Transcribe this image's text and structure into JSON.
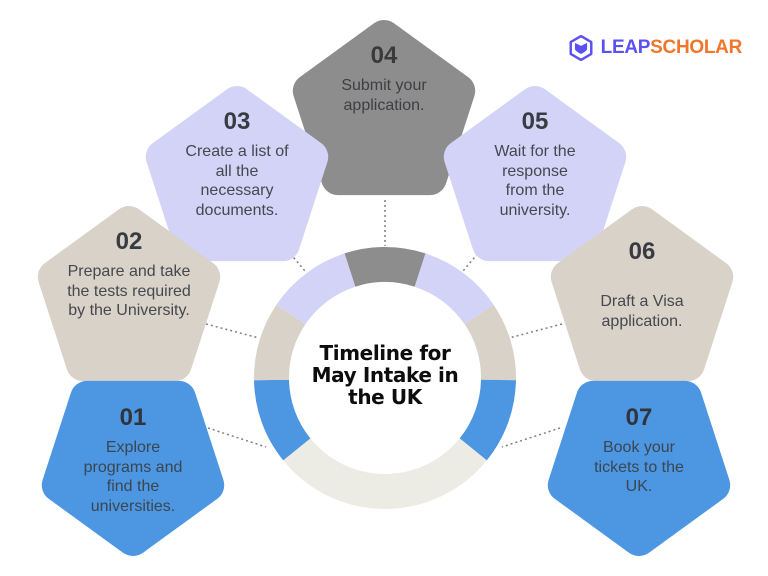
{
  "logo": {
    "brand_leap": "LEAP",
    "brand_scholar": "SCHOLAR",
    "leap_color": "#5B50F0",
    "scholar_color": "#F1752B",
    "icon_color": "#5B50F0"
  },
  "center": {
    "title_lines": [
      "Timeline for",
      "May Intake in",
      "the UK"
    ],
    "title_color": "#0d0d0d"
  },
  "steps": [
    {
      "number": "01",
      "text": "Explore programs and find the universities.",
      "color": "#4D96E2",
      "orientation": "down"
    },
    {
      "number": "02",
      "text": "Prepare and take the tests required by the University.",
      "color": "#D9D2C8",
      "orientation": "up"
    },
    {
      "number": "03",
      "text": "Create a list of all the necessary documents.",
      "color": "#D3D3F7",
      "orientation": "up"
    },
    {
      "number": "04",
      "text": "Submit your application.",
      "color": "#8D8D8D",
      "orientation": "up"
    },
    {
      "number": "05",
      "text": "Wait for the response from the university.",
      "color": "#D3D3F7",
      "orientation": "up"
    },
    {
      "number": "06",
      "text": "Draft a Visa application.",
      "color": "#D9D2C8",
      "orientation": "up"
    },
    {
      "number": "07",
      "text": "Book your tickets to the UK.",
      "color": "#4D96E2",
      "orientation": "down"
    }
  ],
  "wheel": {
    "segments": [
      {
        "label": "step-04",
        "start": -18,
        "end": 18,
        "color": "#8D8D8D"
      },
      {
        "label": "step-05",
        "start": 18,
        "end": 56,
        "color": "#D3D3F7"
      },
      {
        "label": "step-06",
        "start": 56,
        "end": 91,
        "color": "#D9D2C8"
      },
      {
        "label": "step-07",
        "start": 91,
        "end": 129,
        "color": "#4D96E2"
      },
      {
        "label": "base",
        "start": 129,
        "end": 231,
        "color": "#EDECE4"
      },
      {
        "label": "step-01",
        "start": 231,
        "end": 269,
        "color": "#4D96E2"
      },
      {
        "label": "step-02",
        "start": 269,
        "end": 304,
        "color": "#D9D2C8"
      },
      {
        "label": "step-03",
        "start": 304,
        "end": 342,
        "color": "#D3D3F7"
      }
    ]
  }
}
